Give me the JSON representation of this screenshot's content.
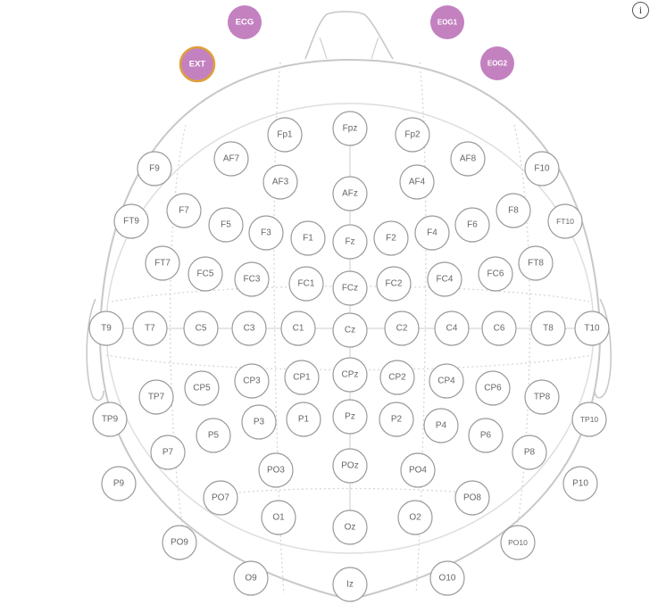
{
  "info_button": {
    "label": "i",
    "icon": "info-icon"
  },
  "colors": {
    "aux_fill": "#c381c0",
    "selected_ring": "#e0a038",
    "outline": "#c8c8c8",
    "grid": "#d4d4d4"
  },
  "aux_electrodes": [
    {
      "label": "ECG",
      "selected": false
    },
    {
      "label": "EOG1",
      "selected": false
    },
    {
      "label": "EXT",
      "selected": true
    },
    {
      "label": "EOG2",
      "selected": false
    }
  ],
  "electrodes": [
    "Fp1",
    "Fpz",
    "Fp2",
    "AF7",
    "AF3",
    "AFz",
    "AF4",
    "AF8",
    "F9",
    "F7",
    "F5",
    "F3",
    "F1",
    "Fz",
    "F2",
    "F4",
    "F6",
    "F8",
    "F10",
    "FT9",
    "FT7",
    "FC5",
    "FC3",
    "FC1",
    "FCz",
    "FC2",
    "FC4",
    "FC6",
    "FT8",
    "FT10",
    "T9",
    "T7",
    "C5",
    "C3",
    "C1",
    "Cz",
    "C2",
    "C4",
    "C6",
    "T8",
    "T10",
    "TP7",
    "CP5",
    "CP3",
    "CP1",
    "CPz",
    "CP2",
    "CP4",
    "CP6",
    "TP8",
    "TP9",
    "P7",
    "P5",
    "P3",
    "P1",
    "Pz",
    "P2",
    "P4",
    "P6",
    "P8",
    "TP10",
    "P9",
    "PO7",
    "PO3",
    "POz",
    "PO4",
    "PO8",
    "P10",
    "PO9",
    "O1",
    "Oz",
    "O2",
    "PO10",
    "O9",
    "Iz",
    "O10"
  ]
}
